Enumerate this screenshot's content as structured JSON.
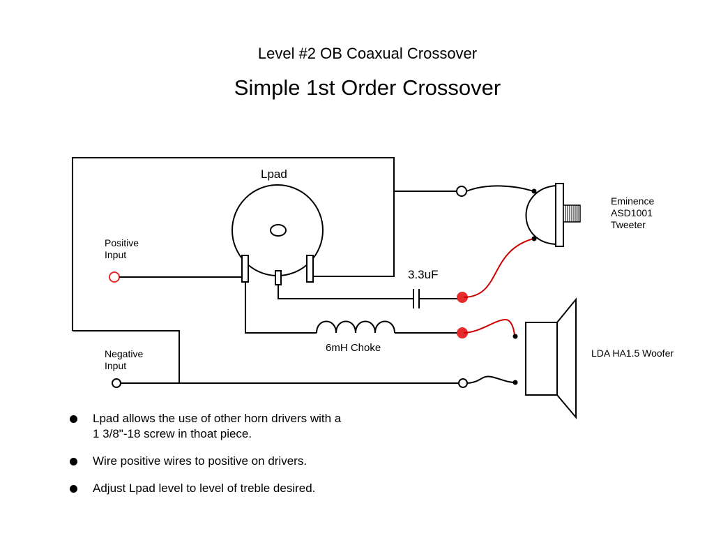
{
  "title": "Level #2 OB Coaxual Crossover",
  "subtitle": "Simple 1st Order Crossover",
  "labels": {
    "lpad": "Lpad",
    "positive_input": [
      "Positive",
      "Input"
    ],
    "negative_input": [
      "Negative",
      "Input"
    ],
    "capacitor": "3.3uF",
    "choke": "6mH Choke",
    "tweeter": [
      "Eminence",
      "ASD1001",
      "Tweeter"
    ],
    "woofer": "LDA HA1.5 Woofer"
  },
  "notes": [
    [
      "Lpad allows the use of other horn drivers with a",
      "1 3/8\"-18 screw in thoat piece."
    ],
    [
      "Wire positive wires to positive on drivers."
    ],
    [
      "Adjust Lpad level to level of treble desired."
    ]
  ],
  "colors": {
    "wire": "#000000",
    "positive_wire": "#cc0000",
    "terminal_red": "#e52b2b"
  }
}
